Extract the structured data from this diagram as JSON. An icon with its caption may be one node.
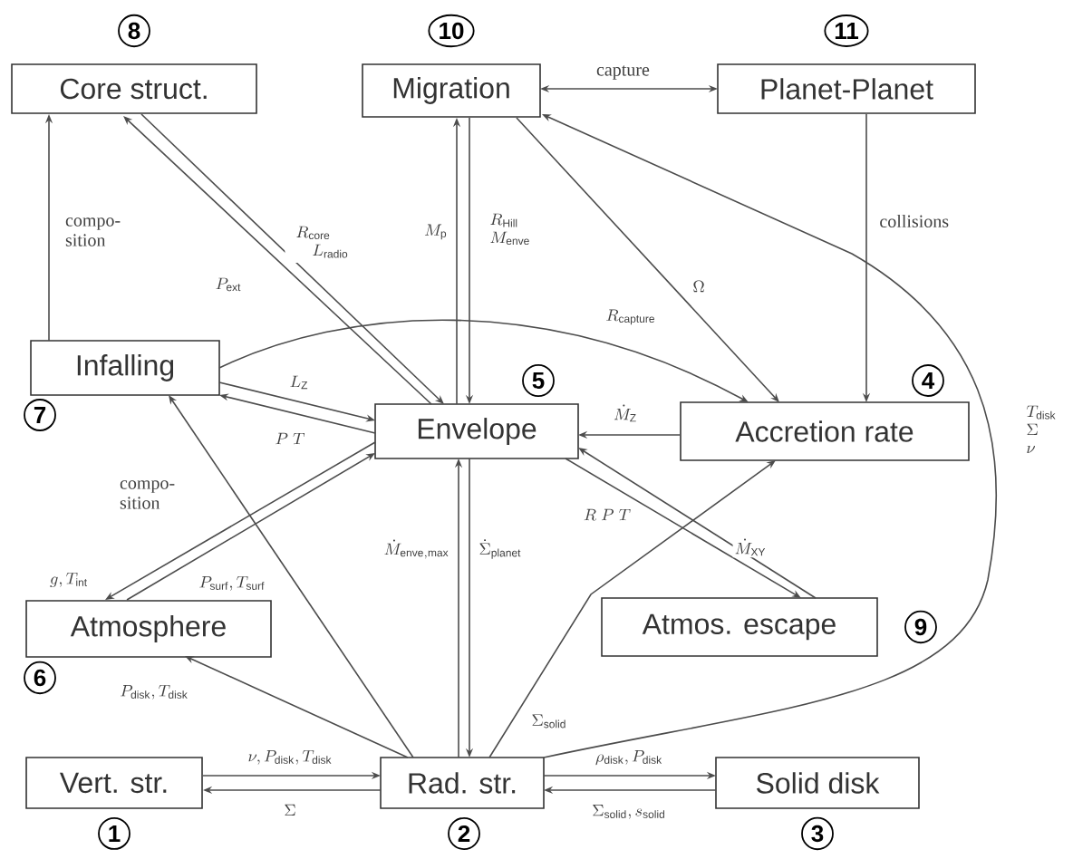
{
  "diagram": {
    "nodes": [
      {
        "text": [
          "Core struct."
        ],
        "beside": [
          "8"
        ]
      },
      {
        "text": [
          "Migration"
        ],
        "beside": [
          "10"
        ]
      },
      {
        "text": [
          "Planet-Planet"
        ],
        "beside": [
          "11"
        ]
      },
      {
        "text": [
          "Infalling"
        ],
        "beside": [
          "7"
        ]
      },
      {
        "text": [
          "Envelope"
        ],
        "beside": [
          "5"
        ]
      },
      {
        "text": [
          "Accretion rate"
        ],
        "beside": [
          "4"
        ]
      },
      {
        "text": [
          "Atmosphere"
        ],
        "beside": [
          "6"
        ]
      },
      {
        "text": [
          "Atmos. escape"
        ],
        "beside": [
          "9"
        ]
      },
      {
        "text": [
          "Vert. str."
        ],
        "beside": [
          "1"
        ]
      },
      {
        "text": [
          "Rad. str."
        ],
        "beside": [
          "2"
        ]
      },
      {
        "text": [
          "Solid disk"
        ],
        "beside": [
          "3"
        ]
      }
    ],
    "edges": [
      {
        "from": 1,
        "to": 2,
        "arrow": "both",
        "label": "capture"
      },
      {
        "from": 2,
        "to": 5,
        "arrow": "to",
        "label": "collisions"
      },
      {
        "from": 3,
        "to": 0,
        "arrow": "to",
        "label": "compo- sition"
      },
      {
        "from": 4,
        "to": 0,
        "arrow": "to",
        "label": "P_\\mathrm{ext}"
      },
      {
        "from": 0,
        "to": 4,
        "arrow": "to",
        "label": "\\begin{array}{l}R_\\mathrm{core}\\\\ \\quad L_\\mathrm{radio}\\end{array}"
      },
      {
        "from": 4,
        "to": 1,
        "arrow": "to",
        "label": "M_\\mathrm{p}"
      },
      {
        "from": 1,
        "to": 4,
        "arrow": "to",
        "label": "\\begin{array}{l}R_\\mathrm{Hill}\\\\ M_\\mathrm{enve}\\end{array}"
      },
      {
        "from": 1,
        "to": 5,
        "arrow": "to",
        "label": "\\Omega"
      },
      {
        "from": 3,
        "to": 5,
        "arrow": "to",
        "label": "R_\\mathrm{capture}"
      },
      {
        "from": 3,
        "to": 4,
        "arrow": "to",
        "label": "L_\\mathrm{Z}"
      },
      {
        "from": 4,
        "to": 3,
        "arrow": "to",
        "label": "P\\;T"
      },
      {
        "from": 5,
        "to": 4,
        "arrow": "to",
        "label": "\\dot M_\\mathrm{Z}"
      },
      {
        "from": 4,
        "to": 6,
        "arrow": "to",
        "label": "g, T_\\mathrm{int}"
      },
      {
        "from": 6,
        "to": 4,
        "arrow": "to",
        "label": "P_\\mathrm{surf}, T_\\mathrm{surf}"
      },
      {
        "from": 9,
        "to": 3,
        "arrow": "to",
        "label": "compo- sition"
      },
      {
        "from": 9,
        "to": 6,
        "arrow": "to",
        "label": "P_\\mathrm{disk}, T_\\mathrm{disk}"
      },
      {
        "from": 9,
        "to": 4,
        "arrow": "to",
        "label": "\\dot M_\\mathrm{enve,max}"
      },
      {
        "from": 4,
        "to": 9,
        "arrow": "to",
        "label": "\\dot\\Sigma_\\mathrm{planet}"
      },
      {
        "from": 4,
        "to": 7,
        "arrow": "to",
        "label": "R\\;P\\;T"
      },
      {
        "from": 7,
        "to": 4,
        "arrow": "to",
        "label": "\\dot M_\\mathrm{XY}"
      },
      {
        "from": 9,
        "to": 5,
        "arrow": "to",
        "label": "\\Sigma_\\mathrm{solid}"
      },
      {
        "from": 9,
        "to": 1,
        "arrow": "to",
        "label": "\\begin{array}{l}T_\\mathrm{disk}\\\\ \\Sigma\\\\ \\nu\\end{array}"
      },
      {
        "from": 8,
        "to": 9,
        "arrow": "to",
        "label": "\\nu, P_\\mathrm{disk}, T_\\mathrm{disk}"
      },
      {
        "from": 9,
        "to": 8,
        "arrow": "to",
        "label": "\\Sigma"
      },
      {
        "from": 9,
        "to": 10,
        "arrow": "to",
        "label": "\\rho_\\mathrm{disk}, P_\\mathrm{disk}"
      },
      {
        "from": 10,
        "to": 9,
        "arrow": "to",
        "label": "\\Sigma_\\mathrm{solid}, s_\\mathrm{solid}"
      }
    ]
  }
}
